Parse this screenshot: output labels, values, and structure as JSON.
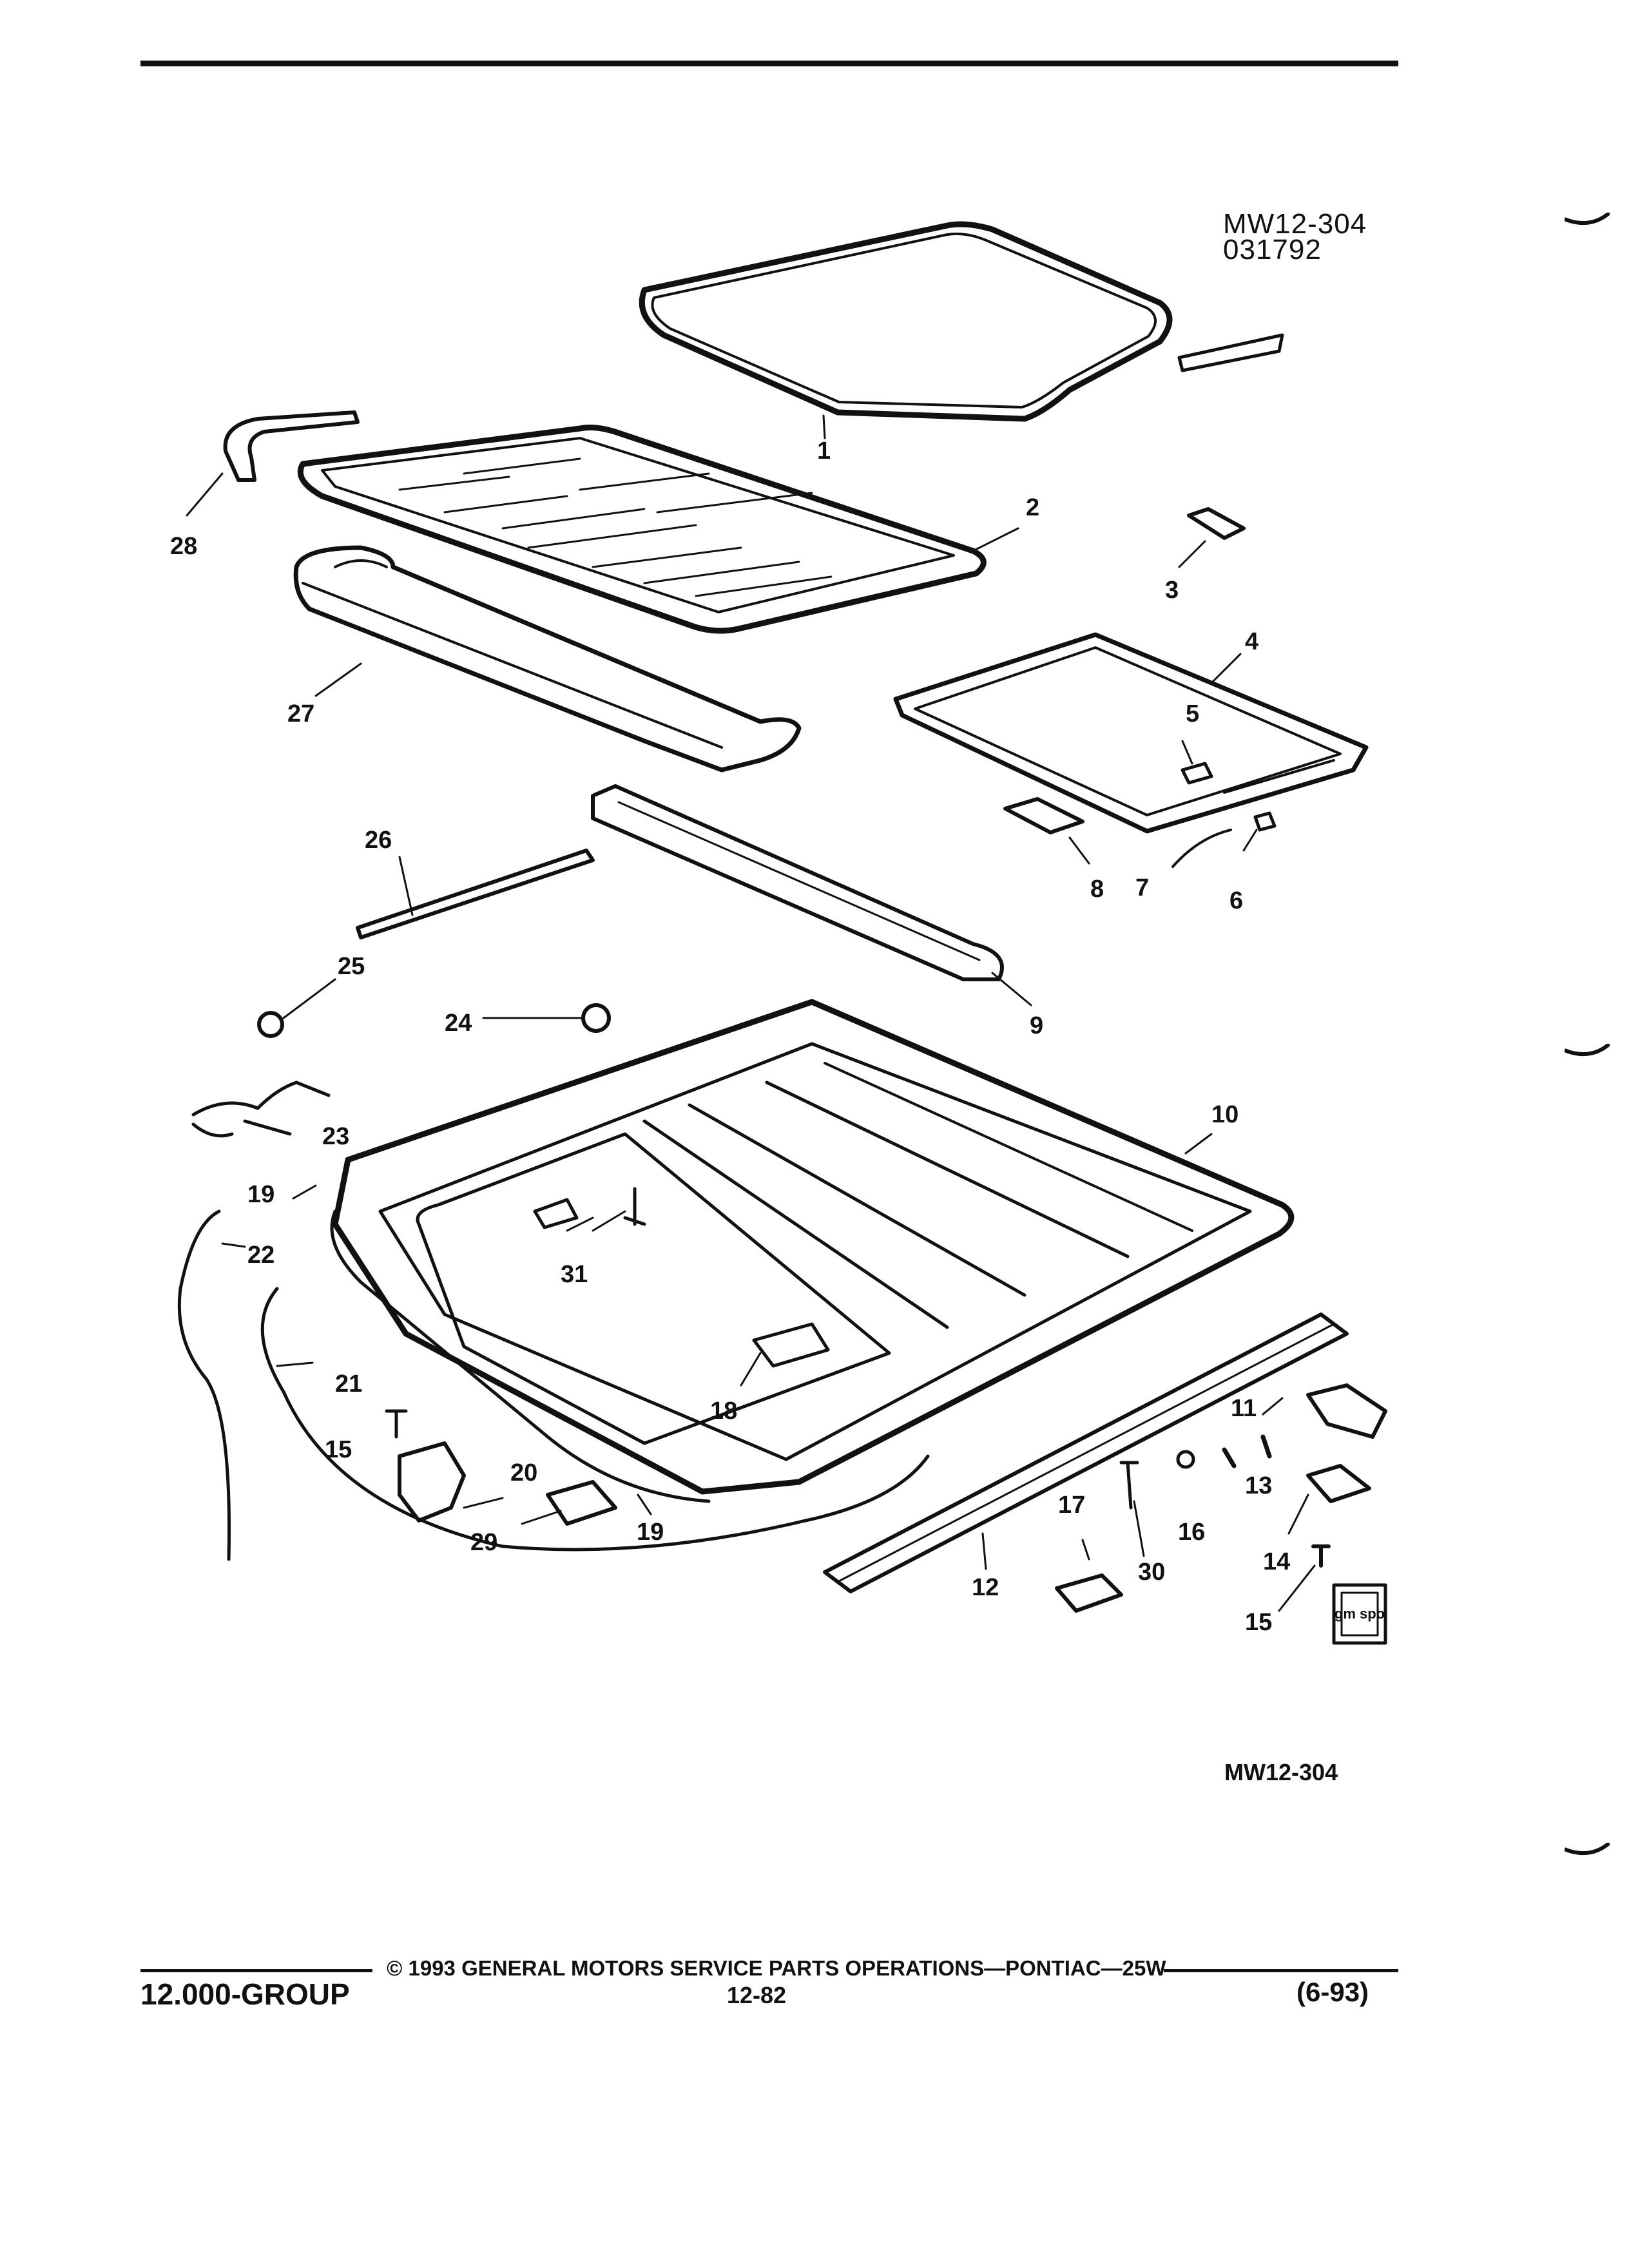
{
  "header": {
    "ref_code_line1": "MW12-304",
    "ref_code_line2": "031792"
  },
  "figure_id": "MW12-304",
  "callouts": [
    "1",
    "2",
    "3",
    "4",
    "5",
    "6",
    "7",
    "8",
    "9",
    "10",
    "11",
    "12",
    "13",
    "14",
    "15",
    "15",
    "16",
    "17",
    "18",
    "19",
    "19",
    "20",
    "21",
    "22",
    "23",
    "24",
    "25",
    "26",
    "27",
    "28",
    "29",
    "30",
    "31"
  ],
  "footer": {
    "copyright": "© 1993 GENERAL MOTORS SERVICE PARTS OPERATIONS—PONTIAC—25W",
    "group": "12.000-GROUP",
    "page": "12-82",
    "date": "(6-93)"
  },
  "logo_text": "gm spo"
}
